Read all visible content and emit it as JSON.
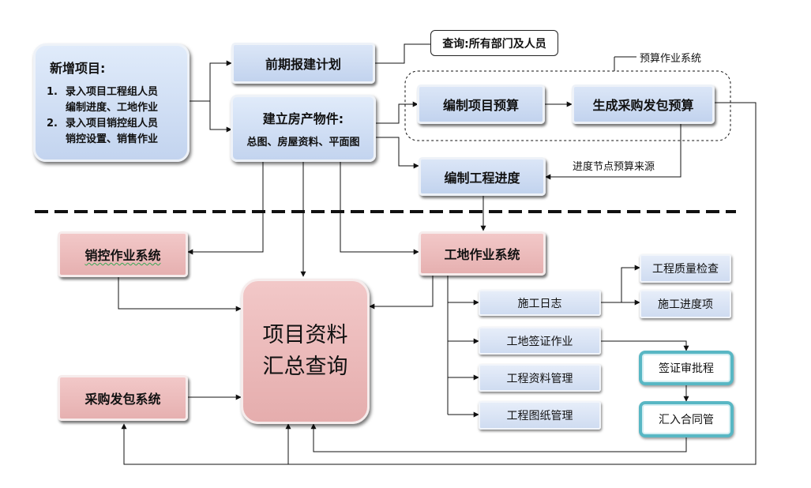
{
  "new_project": {
    "title": "新增项目:",
    "items": [
      {
        "num": "1.",
        "line1": "录入项目工程组人员",
        "line2": "编制进度、工地作业"
      },
      {
        "num": "2.",
        "line1": "录入项目销控组人员",
        "line2": "销控设置、销售作业"
      }
    ]
  },
  "plan": "前期报建计划",
  "query_label": "查询:所有部门及人员",
  "property": {
    "title": "建立房产物件:",
    "subtitle": "总图、房屋资料、平面图"
  },
  "budget_group_label": "预算作业系统",
  "budget_edit": "编制项目预算",
  "budget_purchase": "生成采购发包预算",
  "schedule": "编制工程进度",
  "schedule_source_label": "进度节点预算来源",
  "sales_system": "销控作业系统",
  "site_system": "工地作业系统",
  "summary": {
    "line1": "项目资料",
    "line2": "汇总查询"
  },
  "purchase_system": "采购发包系统",
  "site_items": [
    "施工日志",
    "工地签证作业",
    "工程资料管理",
    "工程图纸管理"
  ],
  "log_items": [
    "工程质量检查",
    "施工进度项"
  ],
  "approval": "签证审批程",
  "contract": "汇入合同管"
}
